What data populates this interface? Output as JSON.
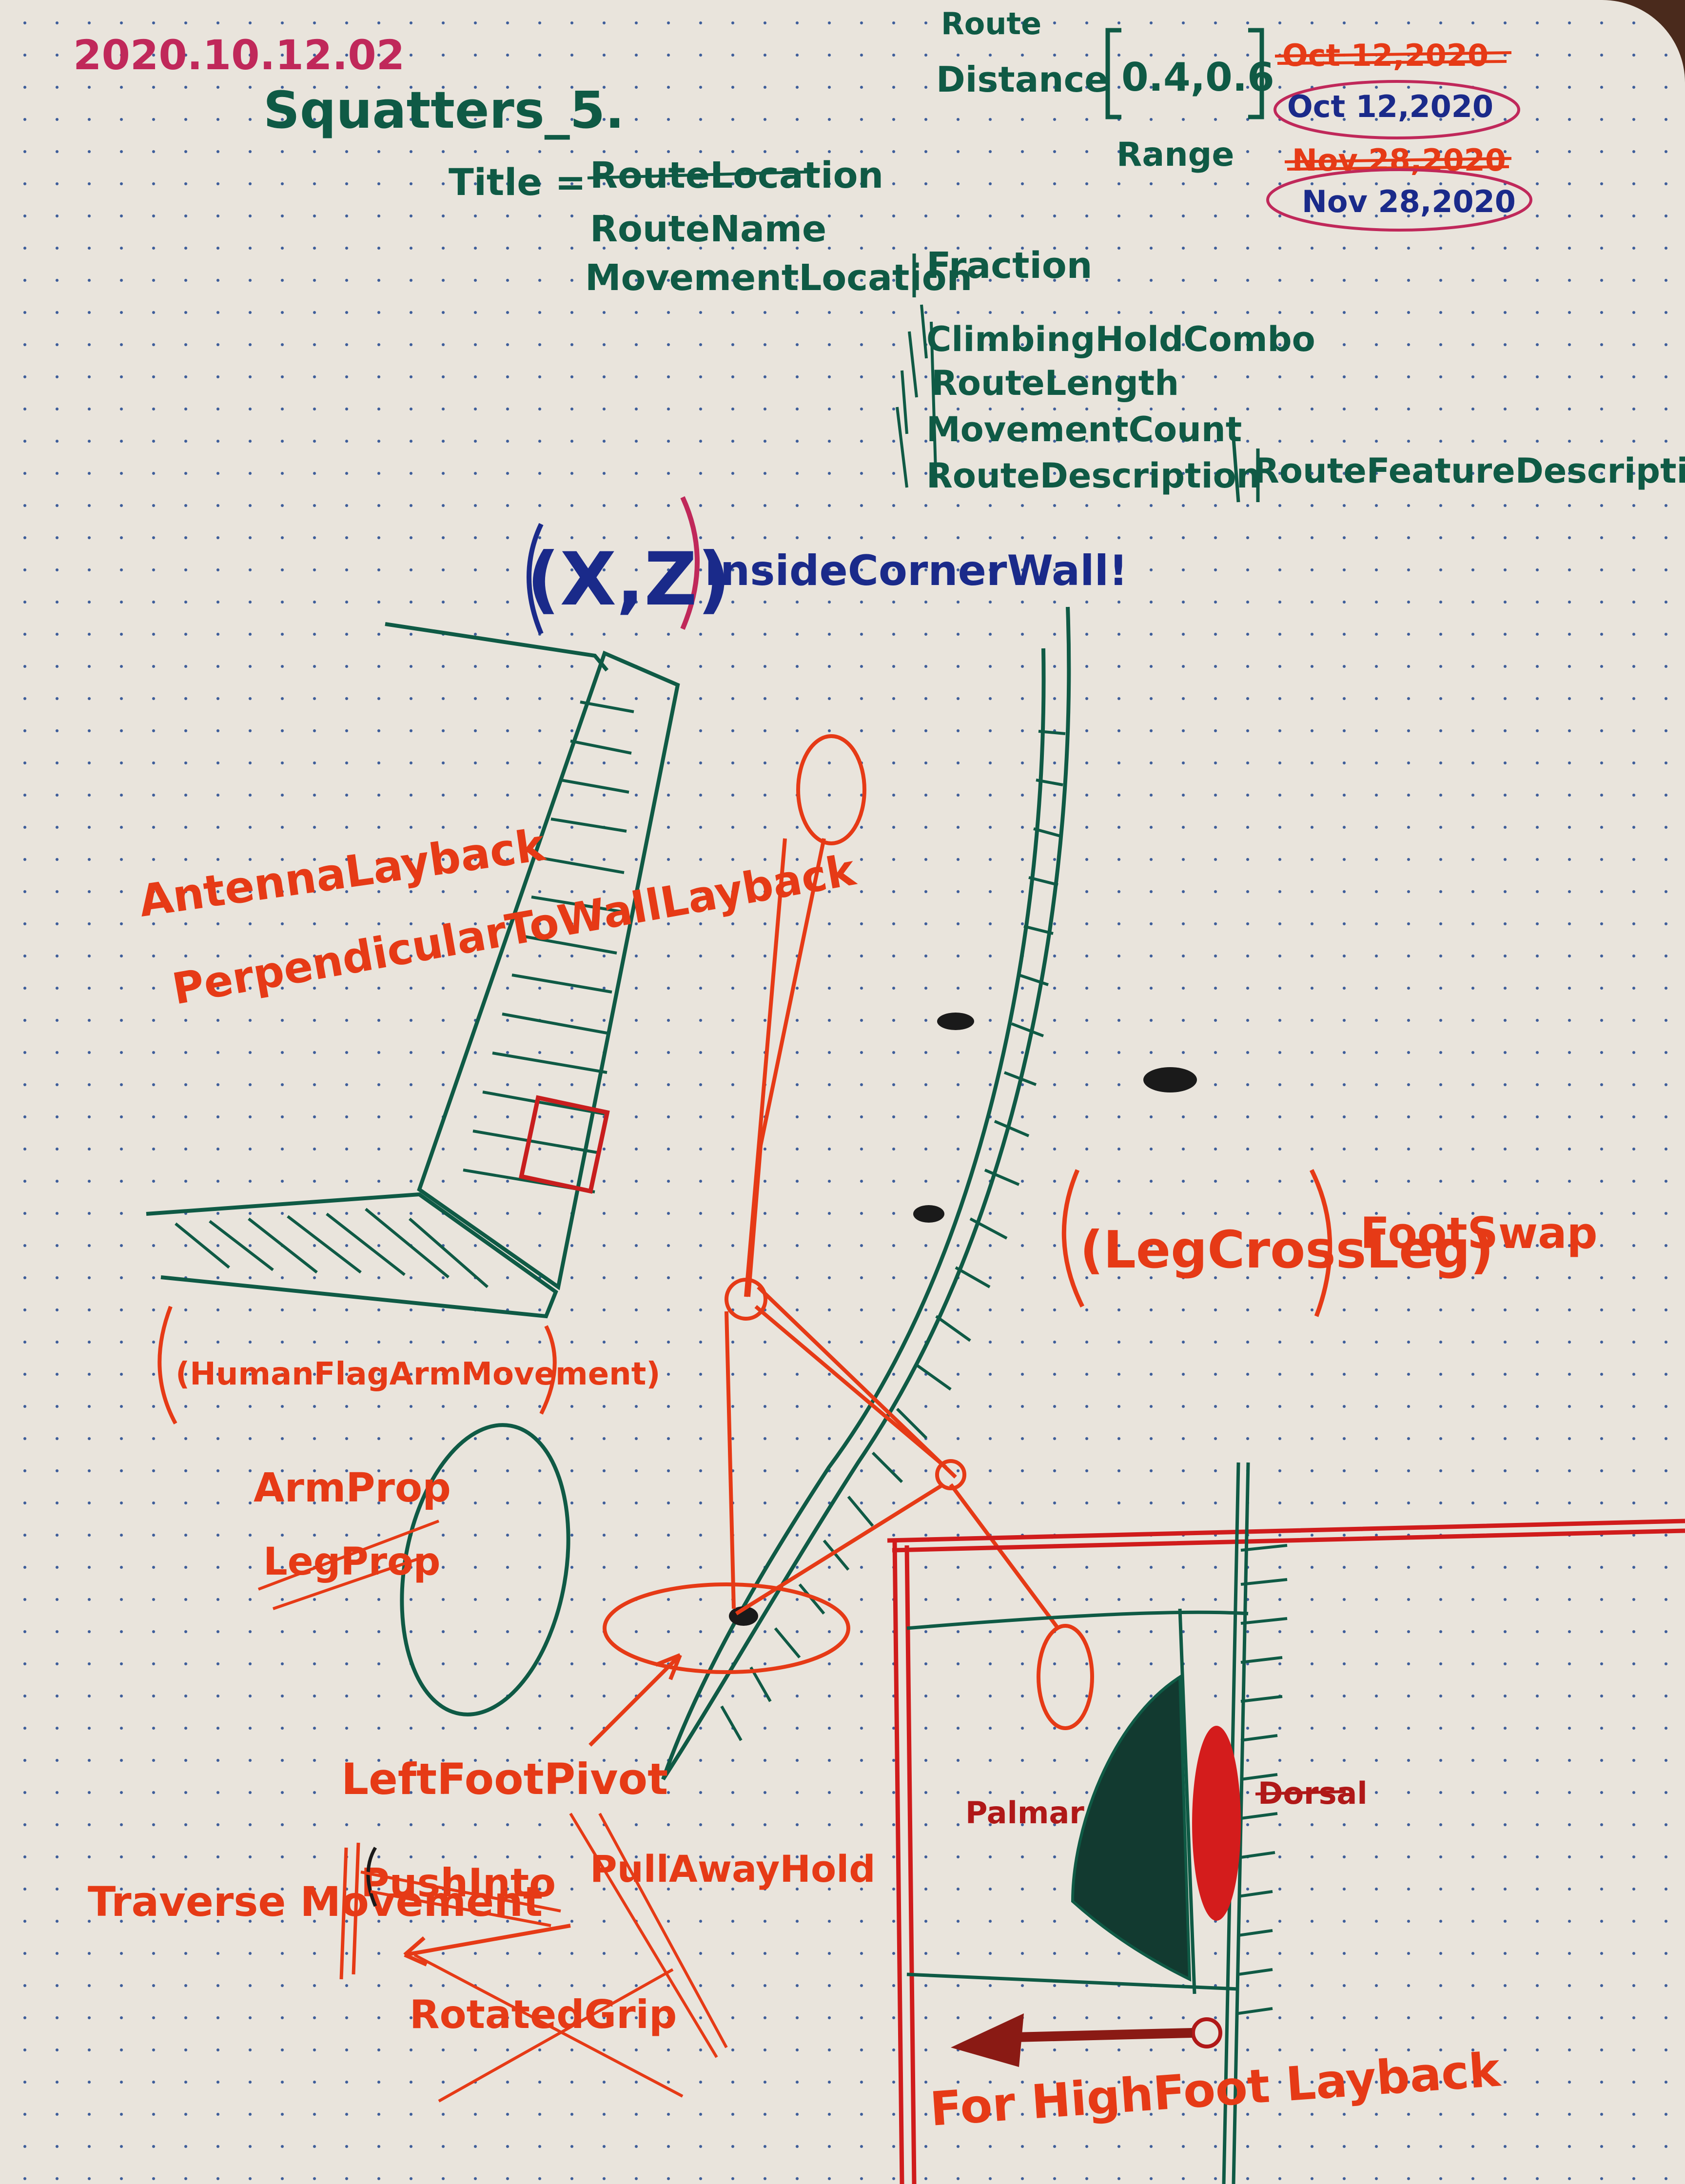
{
  "header": {
    "date_code": "2020.10.12.02",
    "title": "Squatters_5.",
    "route_label": "Route",
    "distance_label": "Distance",
    "distance_values": "0.4,0.6",
    "range_label": "Range",
    "dates": [
      {
        "text": "Oct 12,2020",
        "crossed": true
      },
      {
        "text": "Oct 12,2020",
        "crossed": false
      },
      {
        "text": "Nov 28,2020",
        "crossed": true
      },
      {
        "text": "Nov 28,2020",
        "crossed": false
      }
    ]
  },
  "title_fields": {
    "prefix": "Title =",
    "route_location": "RouteLocation",
    "route_name": "RouteName",
    "movement_location": "MovementLocation",
    "fraction": "Fraction",
    "sub_items": [
      "ClimbingHoldCombo",
      "RouteLength",
      "MovementCount",
      "RouteDescription"
    ],
    "route_feature_description": "RouteFeatureDescription"
  },
  "sketch": {
    "coordinate_label": "(X,Z)",
    "wall_label": "InsideCornerWall!",
    "antenna_layback": "AntennaLayback",
    "perpendicular_layback": "PerpendicularToWallLayback",
    "leg_cross": "(LegCrossLeg)",
    "foot_swap": "FootSwap",
    "human_flag": "(HumanFlagArmMovement)",
    "arm_prop": "ArmProp",
    "leg_prop": "LegProp",
    "left_foot_pivot": "LeftFootPivot",
    "traverse_movement": "Traverse Movement",
    "push_into": "PushInto",
    "pull_away_hold": "PullAwayHold",
    "rotated_grip": "RotatedGrip",
    "palmar": "Palmar",
    "dorsal": "Dorsal",
    "for_high_foot_layback": "For HighFoot Layback"
  },
  "colors": {
    "paper": "#e9e4dc",
    "dot_grid": "#3d5d9a",
    "red_ink": "#e63a16",
    "teal_ink": "#0f5a45",
    "blue_ink": "#1a2a8a",
    "magenta_ink": "#c0285a"
  }
}
